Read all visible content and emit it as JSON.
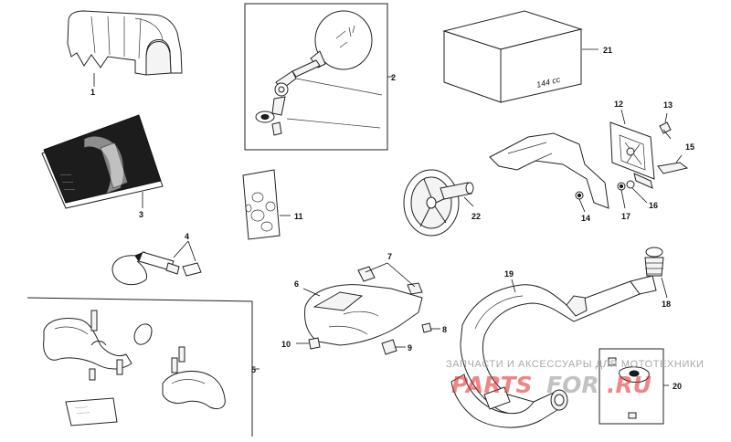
{
  "parts": [
    {
      "no": "1",
      "item": "cover"
    },
    {
      "no": "2",
      "item": "mirror"
    },
    {
      "no": "3",
      "item": "manual"
    },
    {
      "no": "4",
      "item": "usb-key"
    },
    {
      "no": "5",
      "item": "handguards"
    },
    {
      "no": "6",
      "item": "skid-plate"
    },
    {
      "no": "7",
      "item": "bracket"
    },
    {
      "no": "8",
      "item": "screw"
    },
    {
      "no": "9",
      "item": "screw"
    },
    {
      "no": "10",
      "item": "nut"
    },
    {
      "no": "11",
      "item": "decal-sheet"
    },
    {
      "no": "12",
      "item": "plate-holder"
    },
    {
      "no": "13",
      "item": "screw"
    },
    {
      "no": "14",
      "item": "nut"
    },
    {
      "no": "15",
      "item": "clip"
    },
    {
      "no": "16",
      "item": "washer"
    },
    {
      "no": "17",
      "item": "nut"
    },
    {
      "no": "18",
      "item": "spring"
    },
    {
      "no": "19",
      "item": "exhaust-pipe"
    },
    {
      "no": "20",
      "item": "o-ring-kit"
    },
    {
      "no": "21",
      "item": "kit-box"
    },
    {
      "no": "22",
      "item": "steering-wheel"
    }
  ],
  "box_text": "144 cc",
  "watermark": {
    "tagline": "ЗАПЧАСТИ И АКСЕССУАРЫ ДЛЯ МОТОТЕХНИКИ",
    "logo_red": "PARTS",
    "logo_gray": "FOR",
    "logo_suffix": ".RU"
  },
  "colors": {
    "line": "#222222",
    "watermark_red": "#de2424",
    "watermark_gray": "#a9a9a9"
  }
}
